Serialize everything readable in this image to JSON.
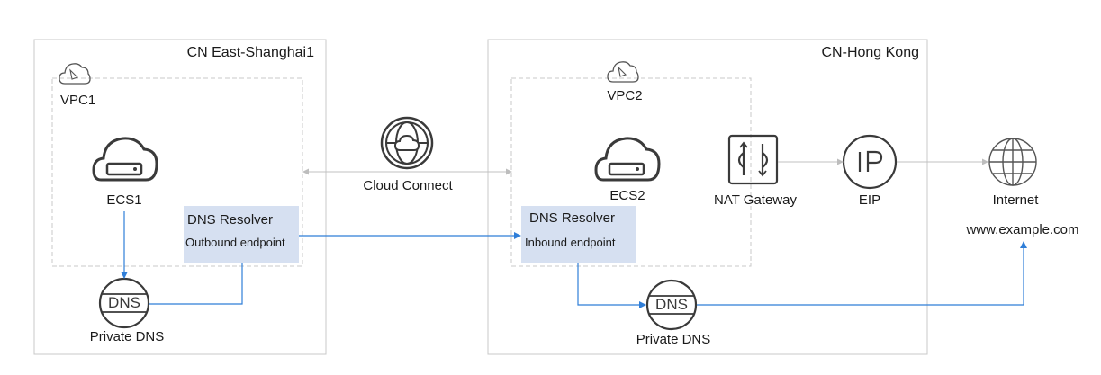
{
  "regions": {
    "shanghai": "CN East-Shanghai1",
    "hongkong": "CN-Hong Kong"
  },
  "nodes": {
    "vpc1": "VPC1",
    "vpc2": "VPC2",
    "ecs1": "ECS1",
    "ecs2": "ECS2",
    "cloud_connect": "Cloud Connect",
    "nat_gateway": "NAT Gateway",
    "eip": "EIP",
    "internet": "Internet",
    "domain": "www.example.com",
    "private_dns_left": "Private DNS",
    "private_dns_right": "Private DNS",
    "dns_glyph": "DNS",
    "ip_glyph": "IP"
  },
  "resolvers": {
    "outbound": {
      "title": "DNS Resolver",
      "subtitle": "Outbound endpoint"
    },
    "inbound": {
      "title": "DNS Resolver",
      "subtitle": "Inbound endpoint"
    }
  },
  "colors": {
    "region_border": "#c8c8c8",
    "vpc_border": "#c8c8c8",
    "icon_stroke": "#3a3a3a",
    "resolver_fill": "#d6e0f1",
    "flow_line": "#2f7ed8",
    "gray_link": "#c0c0c0"
  },
  "icons": [
    "cloud-vpc-icon",
    "ecs-server-icon",
    "cloud-connect-globe-icon",
    "nat-gateway-icon",
    "eip-icon",
    "internet-globe-icon",
    "dns-icon"
  ]
}
